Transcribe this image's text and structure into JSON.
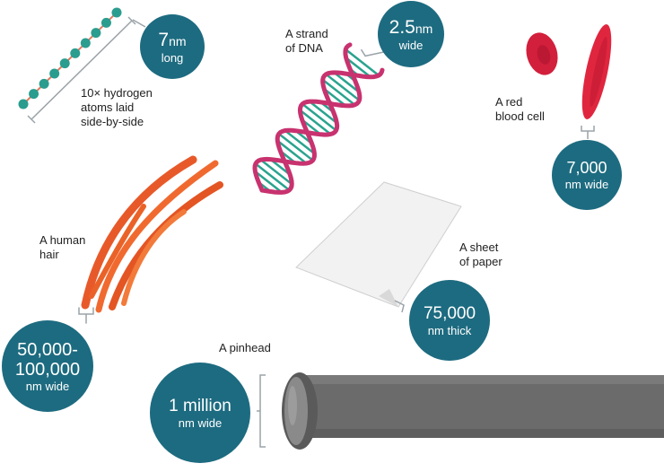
{
  "colors": {
    "circle": "#1d6b80",
    "dna_strand": "#c8326f",
    "dna_rung": "#2aa38f",
    "hydrogen": "#2a9d8f",
    "blood_cell": "#d21f3c",
    "hair": "#e8592a",
    "pin": "#6b6b6b",
    "bracket": "#9aa3a8"
  },
  "items": {
    "hydrogen": {
      "label_lines": [
        "10× hydrogen",
        "atoms laid",
        "side-by-side"
      ],
      "value_number": "7",
      "value_unit": "nm",
      "value_line2": "long",
      "icon": "hydrogen-atom-chain"
    },
    "dna": {
      "label_lines": [
        "A strand",
        "of DNA"
      ],
      "value_number": "2.5",
      "value_unit": "nm",
      "value_line2": "wide",
      "icon": "dna-double-helix"
    },
    "blood_cell": {
      "label_lines": [
        "A red",
        "blood cell"
      ],
      "value_line1": "7,000",
      "value_line2": "nm wide",
      "icon": "red-blood-cell"
    },
    "hair": {
      "label_lines": [
        "A human",
        "hair"
      ],
      "value_line1": "50,000-",
      "value_line2": "100,000",
      "value_line3": "nm wide",
      "icon": "hair-strands"
    },
    "paper": {
      "label_lines": [
        "A sheet",
        "of paper"
      ],
      "value_line1": "75,000",
      "value_line2": "nm thick",
      "icon": "paper-sheet"
    },
    "pinhead": {
      "label_lines": [
        "A pinhead"
      ],
      "value_line1": "1 million",
      "value_line2": "nm wide",
      "icon": "pin"
    }
  }
}
